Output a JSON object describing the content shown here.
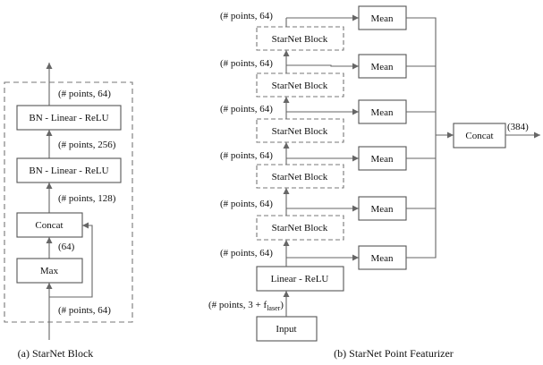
{
  "block": {
    "bn_linear_relu": "BN - Linear - ReLU",
    "concat": "Concat",
    "max": "Max",
    "dim_top": "(# points, 64)",
    "dim_256": "(# points, 256)",
    "dim_128": "(# points, 128)",
    "dim_64": "(64)",
    "dim_in": "(# points, 64)",
    "caption": "(a) StarNet Block"
  },
  "featurizer": {
    "starnet_block": "StarNet Block",
    "mean": "Mean",
    "concat": "Concat",
    "linear_relu": "Linear - ReLU",
    "input": "Input",
    "dim_points_64": "(# points, 64)",
    "dim_out": "(384)",
    "dim_input_prefix": "(# points, 3 + f",
    "dim_input_sub": "laser",
    "dim_input_suffix": ")",
    "caption": "(b) StarNet Point Featurizer"
  }
}
